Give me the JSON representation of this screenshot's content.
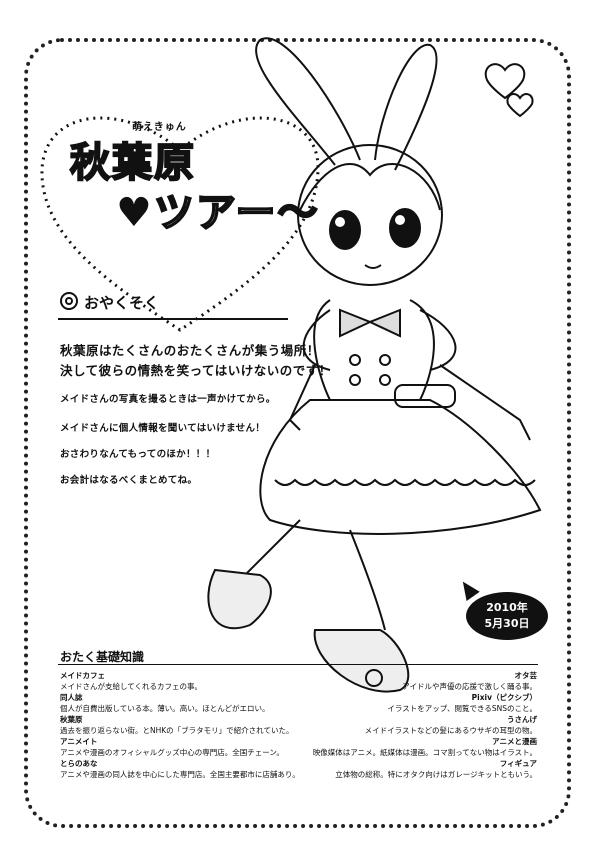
{
  "title": {
    "ruby": "萌えきゅん",
    "line1": "秋葉原",
    "line2_heart": "♥",
    "line2_text": "ツアー〜"
  },
  "promise": {
    "heading": "おやくそく",
    "lines": [
      "秋葉原はたくさんのおたくさんが集う場所！",
      "決して彼らの情熱を笑ってはいけないのです！",
      "メイドさんの写真を撮るときは一声かけてから。",
      "メイドさんに個人情報を聞いてはいけません！",
      "おさわりなんてもってのほか！！！",
      "お会計はなるべくまとめてね。"
    ]
  },
  "date": {
    "line1": "2010年",
    "line2": "5月30日"
  },
  "glossary": {
    "heading": "おたく基礎知識",
    "left": [
      {
        "term": "メイドカフェ",
        "desc": "メイドさんが支給してくれるカフェの事。"
      },
      {
        "term": "同人誌",
        "desc": "個人が自費出版している本。薄い。高い。ほとんどがエロい。"
      },
      {
        "term": "秋葉原",
        "desc": "過去を振り返らない街。とNHKの「ブラタモリ」で紹介されていた。"
      },
      {
        "term": "アニメイト",
        "desc": "アニメや漫画のオフィシャルグッズ中心の専門店。全国チェーン。"
      },
      {
        "term": "とらのあな",
        "desc": "アニメや漫画の同人誌を中心にした専門店。全国主要都市に店舗あり。"
      }
    ],
    "right": [
      {
        "term": "オタ芸",
        "desc": "アイドルや声優の応援で激しく踊る事。"
      },
      {
        "term": "Pixiv（ピクシブ）",
        "desc": "イラストをアップ、閲覧できるSNSのこと。"
      },
      {
        "term": "うさんげ",
        "desc": "メイドイラストなどの髪にあるウサギの耳型の物。"
      },
      {
        "term": "アニメと漫画",
        "desc": "映像媒体はアニメ。紙媒体は漫画。コマ割ってない物はイラスト。"
      },
      {
        "term": "フィギュア",
        "desc": "立体物の総称。特にオタク向けはガレージキットともいう。"
      }
    ]
  }
}
